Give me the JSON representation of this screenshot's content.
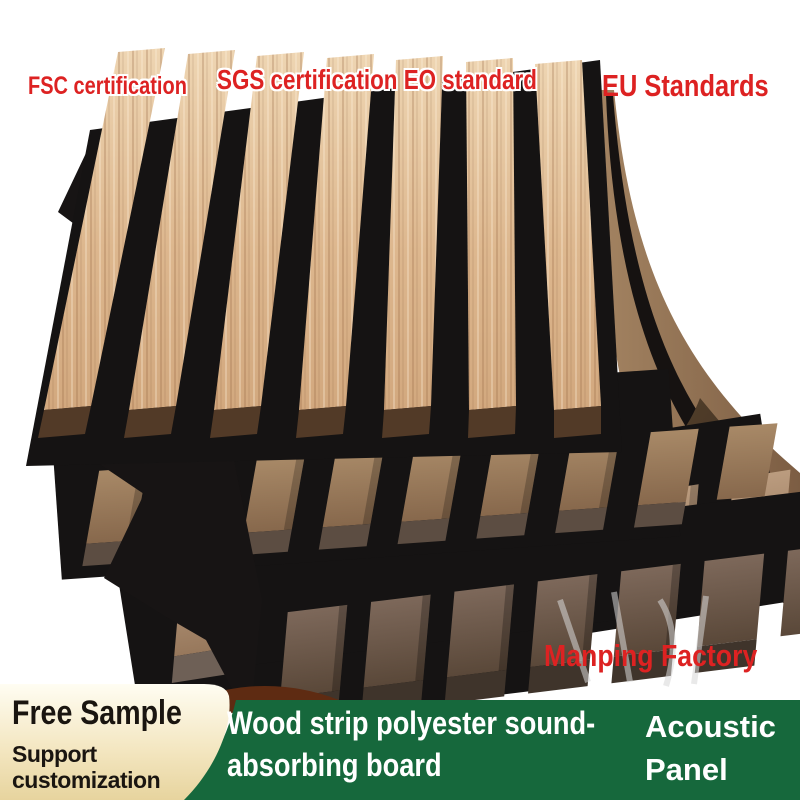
{
  "labels": {
    "fsc": "FSC certification",
    "sgs": "SGS certification EO standard",
    "eu": "EU Standards",
    "factory": "Manping Factory"
  },
  "banner": {
    "free_sample": "Free Sample",
    "support": [
      "Support",
      "customization"
    ],
    "product_title": [
      "Wood strip polyester sound-",
      "absorbing board"
    ],
    "category": [
      "Acoustic",
      "Panel"
    ]
  },
  "colors": {
    "accent_red": "#dd2222",
    "banner_green": "#16683c",
    "banner_cream_top": "#fffdf2",
    "banner_cream_bottom": "#e7d49e",
    "swoosh_brown": "#5e2b12",
    "text_dark": "#1a1510",
    "text_light": "#ffffff",
    "oak_light": "#eed5b2",
    "oak_dark": "#d2a87e",
    "walnut_medium": "#a88967",
    "walnut_light": "#bb9c7f",
    "walnut_dark": "#7d685a",
    "felt_black": "#151313"
  }
}
